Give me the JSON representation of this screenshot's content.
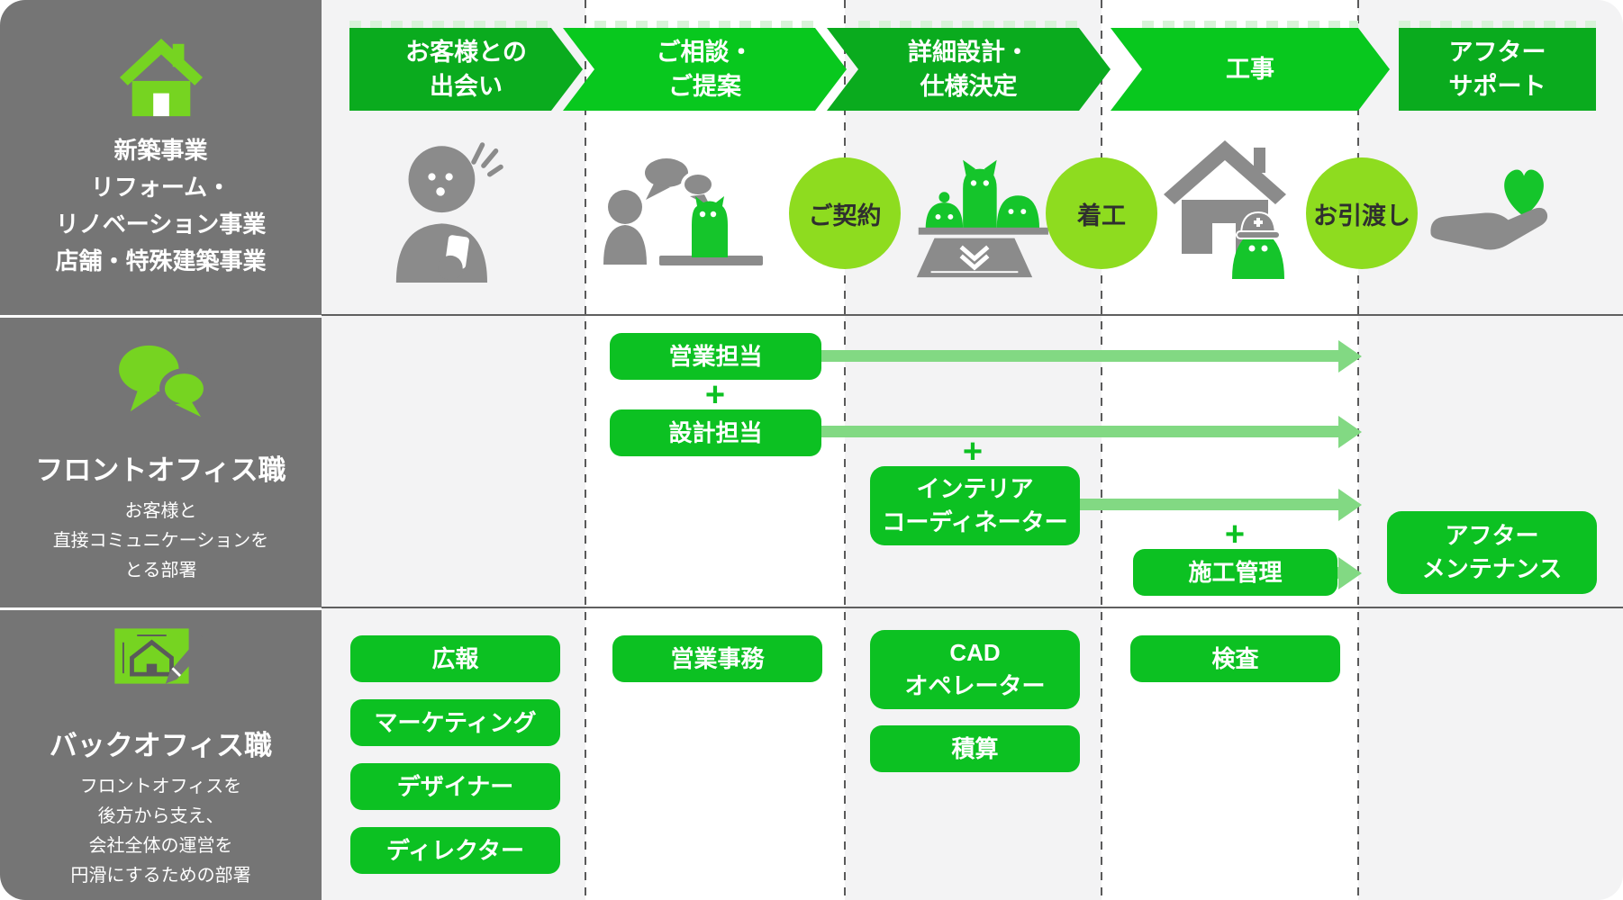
{
  "sidebar": {
    "business": {
      "icon": "house-icon",
      "lines": [
        "新築事業",
        "リフォーム・",
        "リノベーション事業",
        "店舗・特殊建築事業"
      ]
    },
    "front_office": {
      "icon": "chat-bubbles-icon",
      "title": "フロントオフィス職",
      "description_lines": [
        "お客様と",
        "直接コミュニケーションを",
        "とる部署"
      ]
    },
    "back_office": {
      "icon": "blueprint-pencil-icon",
      "title": "バックオフィス職",
      "description_lines": [
        "フロントオフィスを",
        "後方から支え、",
        "会社全体の運営を",
        "円滑にするための部署"
      ]
    }
  },
  "stages": [
    {
      "label_lines": [
        "お客様との",
        "出会い"
      ],
      "tone": "dark",
      "icon": "customer-with-phone-icon"
    },
    {
      "label_lines": [
        "ご相談・",
        "ご提案"
      ],
      "tone": "light",
      "icon": "consultation-icon"
    },
    {
      "label_lines": [
        "詳細設計・",
        "仕様決定"
      ],
      "tone": "dark",
      "icon": "blueprint-mascots-icon"
    },
    {
      "label_lines": [
        "工事"
      ],
      "tone": "light",
      "icon": "construction-house-icon"
    },
    {
      "label_lines": [
        "アフター",
        "サポート"
      ],
      "tone": "dark",
      "icon": "heart-in-hand-icon"
    }
  ],
  "milestones": [
    {
      "label": "ご契約"
    },
    {
      "label": "着工"
    },
    {
      "label": "お引渡し"
    }
  ],
  "plus": "+",
  "front_office_roles": {
    "sales": "営業担当",
    "design": "設計担当",
    "interior_lines": [
      "インテリア",
      "コーディネーター"
    ],
    "construction_mgmt": "施工管理",
    "after_maintenance_lines": [
      "アフター",
      "メンテナンス"
    ]
  },
  "back_office_roles": {
    "col1": [
      "広報",
      "マーケティング",
      "デザイナー",
      "ディレクター"
    ],
    "col2": [
      "営業事務"
    ],
    "col3_cad_lines": [
      "CAD",
      "オペレーター"
    ],
    "col3_estimation": "積算",
    "col4": [
      "検査"
    ]
  },
  "colors": {
    "stage_green_dark": "#0aab1e",
    "stage_green_bright": "#08c81e",
    "role_box_green": "#0cc122",
    "milestone_lime": "#8edc1f",
    "arrow_light_green": "#82d983",
    "sidebar_gray": "#757575",
    "column_stripe_gray": "#f3f3f4",
    "icon_gray": "#8b8b8b"
  }
}
